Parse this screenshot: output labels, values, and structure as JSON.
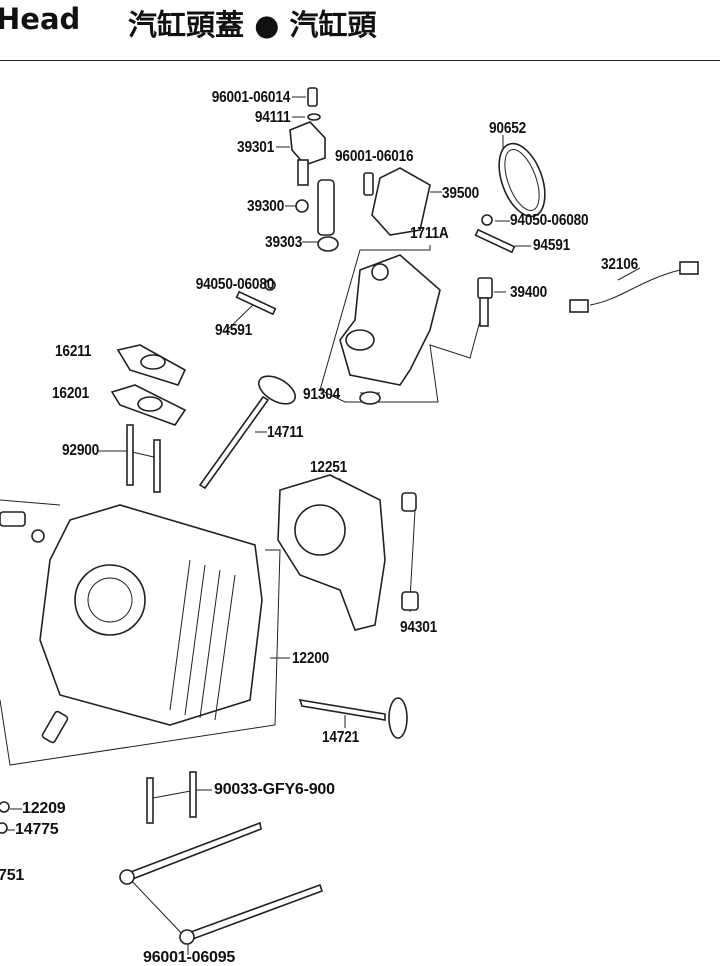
{
  "header": {
    "title_en": "Head",
    "title_zh": "汽缸頭蓋 ● 汽缸頭"
  },
  "parts": {
    "p96001_06014": "96001-06014",
    "p94111": "94111",
    "p39301": "39301",
    "p96001_06016": "96001-06016",
    "p90652": "90652",
    "p39500": "39500",
    "p39300": "39300",
    "p94050_06080_a": "94050-06080",
    "p39303": "39303",
    "p1711A": "1711A",
    "p94591_a": "94591",
    "p32106": "32106",
    "p94050_06080_b": "94050-06080",
    "p39400": "39400",
    "p94591_b": "94591",
    "p16211": "16211",
    "p16201": "16201",
    "p91304": "91304",
    "p14711": "14711",
    "p92900": "92900",
    "p12251": "12251",
    "p94301": "94301",
    "p12200": "12200",
    "p14721": "14721",
    "p90033": "90033-GFY6-900",
    "p12209": "12209",
    "p14775": "14775",
    "p751": "751",
    "p96001_06095": "96001-06095"
  }
}
